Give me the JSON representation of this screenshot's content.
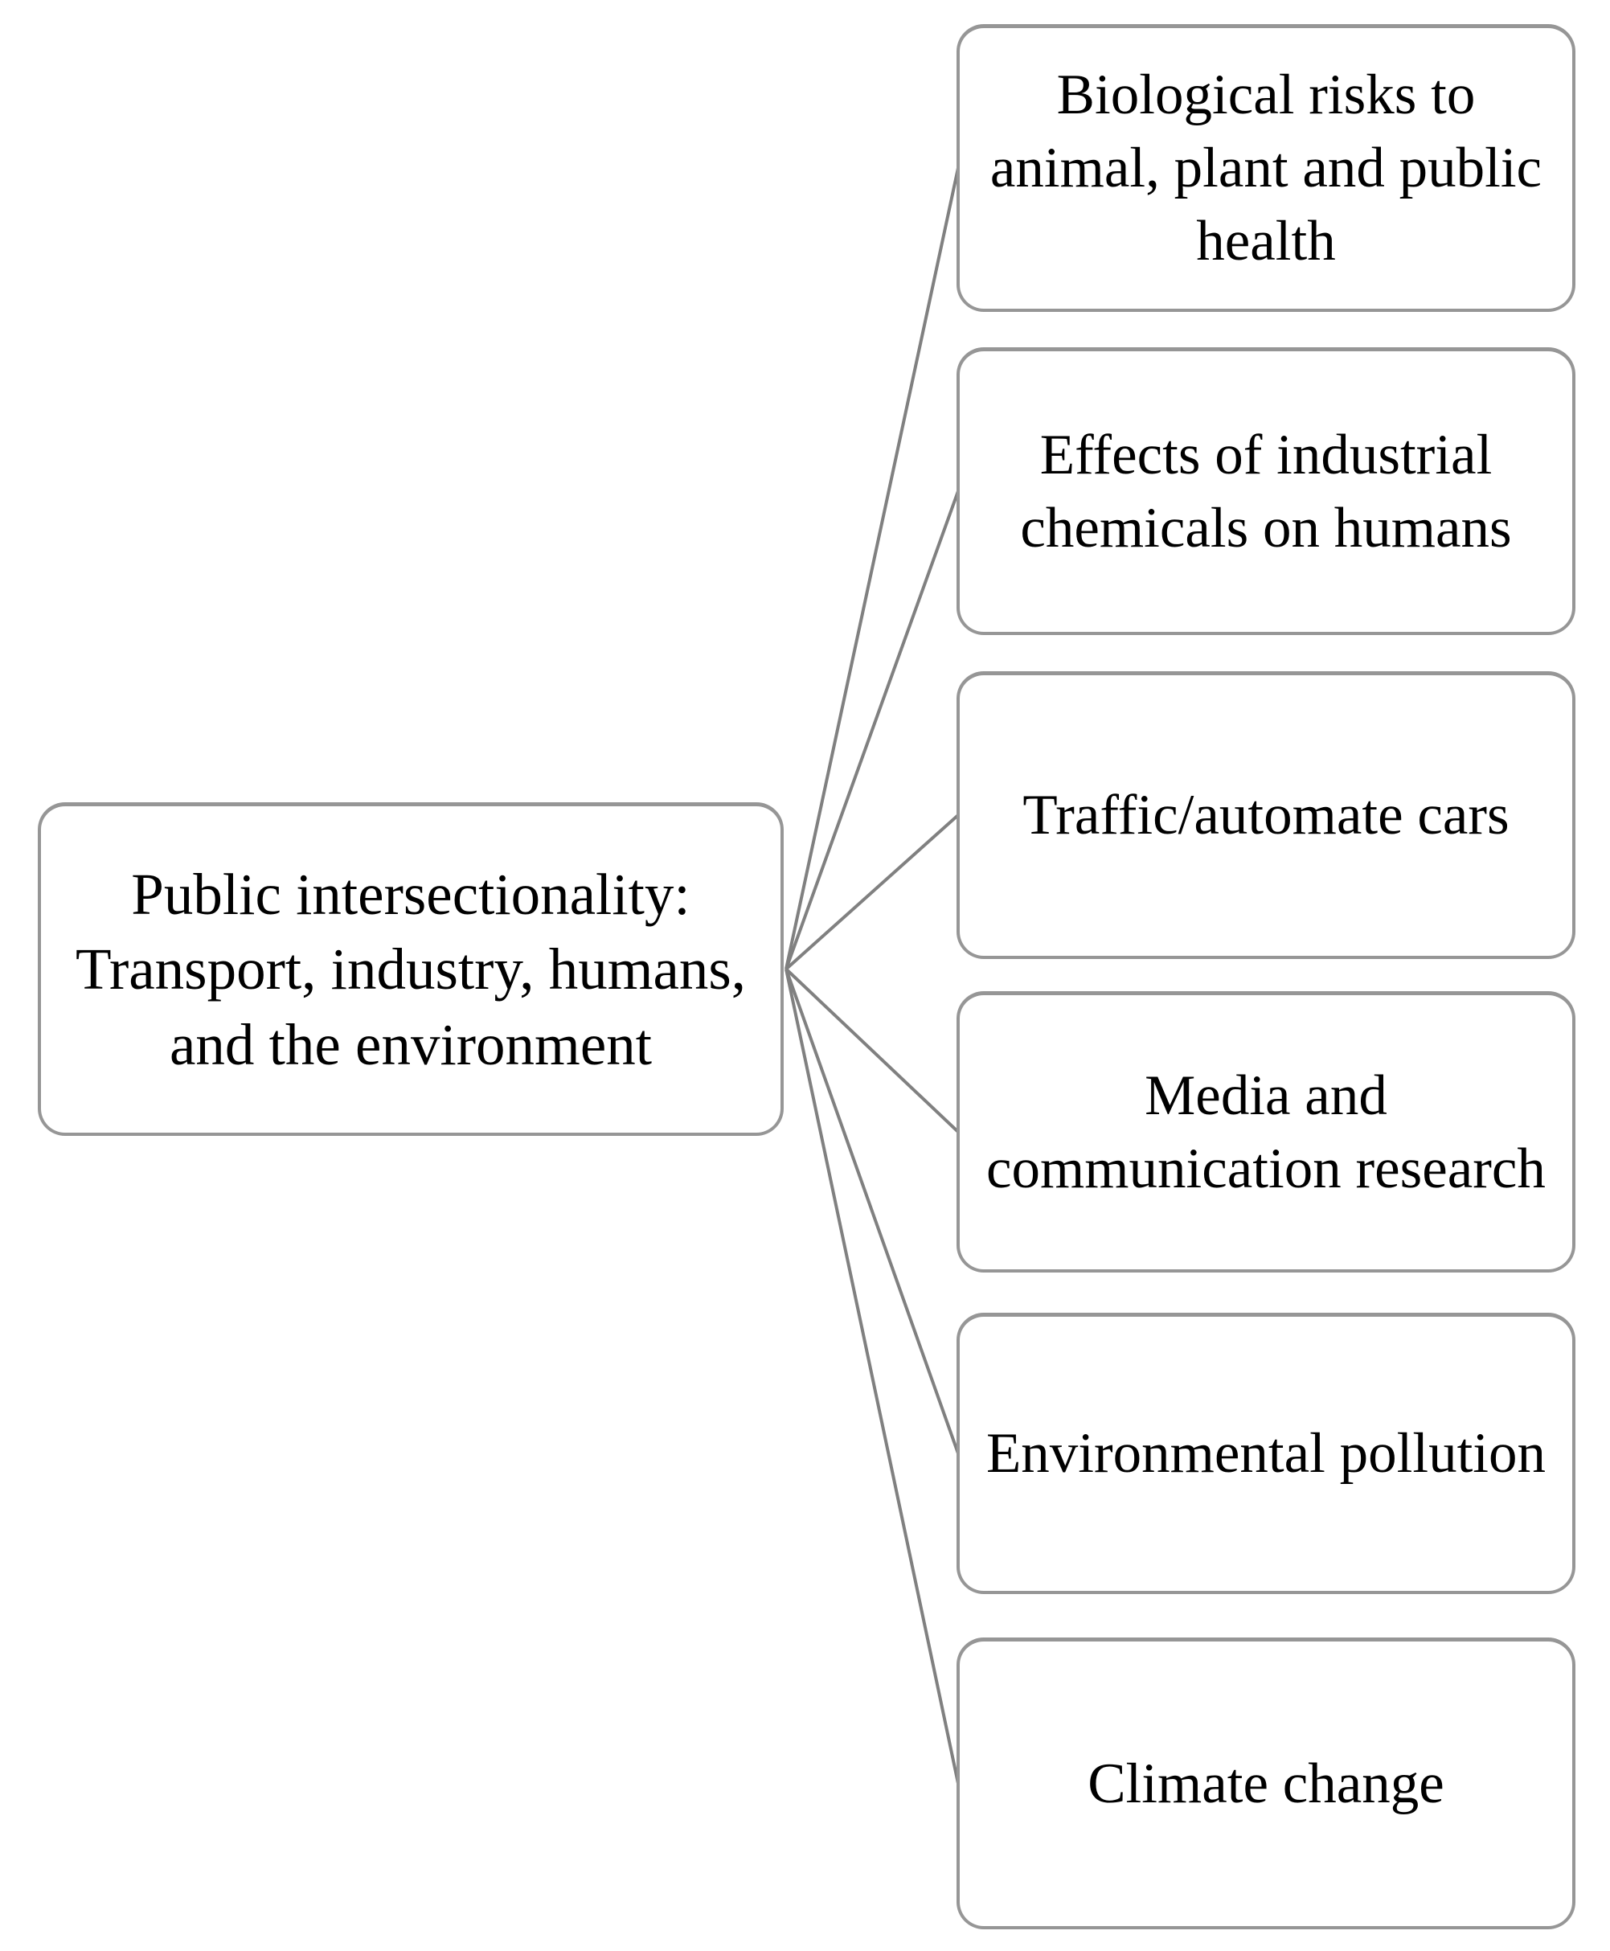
{
  "diagram": {
    "center": {
      "label": "Public intersectionality: Transport, industry, humans, and the environment"
    },
    "nodes": [
      {
        "label": "Biological risks to animal, plant and public health"
      },
      {
        "label": "Effects of industrial chemicals on humans"
      },
      {
        "label": "Traffic/automate cars"
      },
      {
        "label": "Media and communication research"
      },
      {
        "label": "Environmental pollution"
      },
      {
        "label": "Climate change"
      }
    ],
    "colors": {
      "box_border": "#969696",
      "connector": "#808080",
      "text": "#000000",
      "background": "#ffffff"
    }
  }
}
